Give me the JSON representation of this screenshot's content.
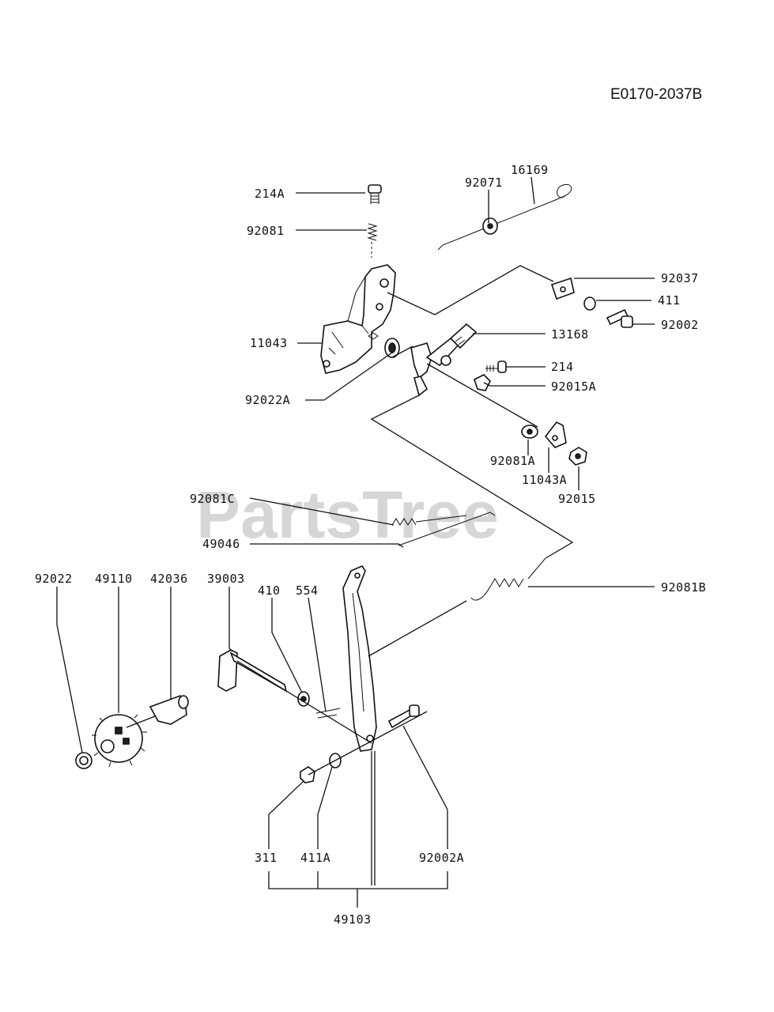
{
  "diagram_code": "E0170-2037B",
  "watermark": "PartsTree",
  "labels": {
    "p214A": "214A",
    "p92081": "92081",
    "p92071": "92071",
    "p16169": "16169",
    "p92037": "92037",
    "p411": "411",
    "p92002": "92002",
    "p11043": "11043",
    "p13168": "13168",
    "p214": "214",
    "p92015A": "92015A",
    "p92022A": "92022A",
    "p92081A": "92081A",
    "p11043A": "11043A",
    "p92015": "92015",
    "p92081C": "92081C",
    "p49046": "49046",
    "p92081B": "92081B",
    "p92022": "92022",
    "p49110": "49110",
    "p42036": "42036",
    "p39003": "39003",
    "p410": "410",
    "p554": "554",
    "p311": "311",
    "p411A": "411A",
    "p92002A": "92002A",
    "p49103": "49103"
  }
}
